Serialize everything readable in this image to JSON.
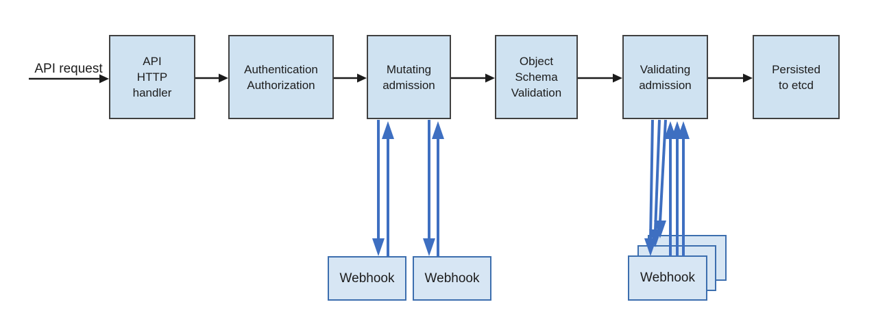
{
  "flow": {
    "entry_label": "API request",
    "nodes": [
      {
        "label": "API\nHTTP\nhandler"
      },
      {
        "label": "Authentication\nAuthorization"
      },
      {
        "label": "Mutating\nadmission"
      },
      {
        "label": "Object\nSchema\nValidation"
      },
      {
        "label": "Validating\nadmission"
      },
      {
        "label": "Persisted\nto etcd"
      }
    ]
  },
  "webhooks": {
    "mutating": [
      {
        "label": "Webhook"
      },
      {
        "label": "Webhook"
      }
    ],
    "validating": [
      {
        "label": "Webhook"
      }
    ]
  },
  "colors": {
    "node_fill": "#cfe2f1",
    "node_border": "#404040",
    "webhook_fill": "#d7e6f4",
    "webhook_border": "#3c6eae",
    "flow_arrow": "#1b1b1b",
    "webhook_arrow": "#3e6fc1",
    "background": "#ffffff"
  }
}
